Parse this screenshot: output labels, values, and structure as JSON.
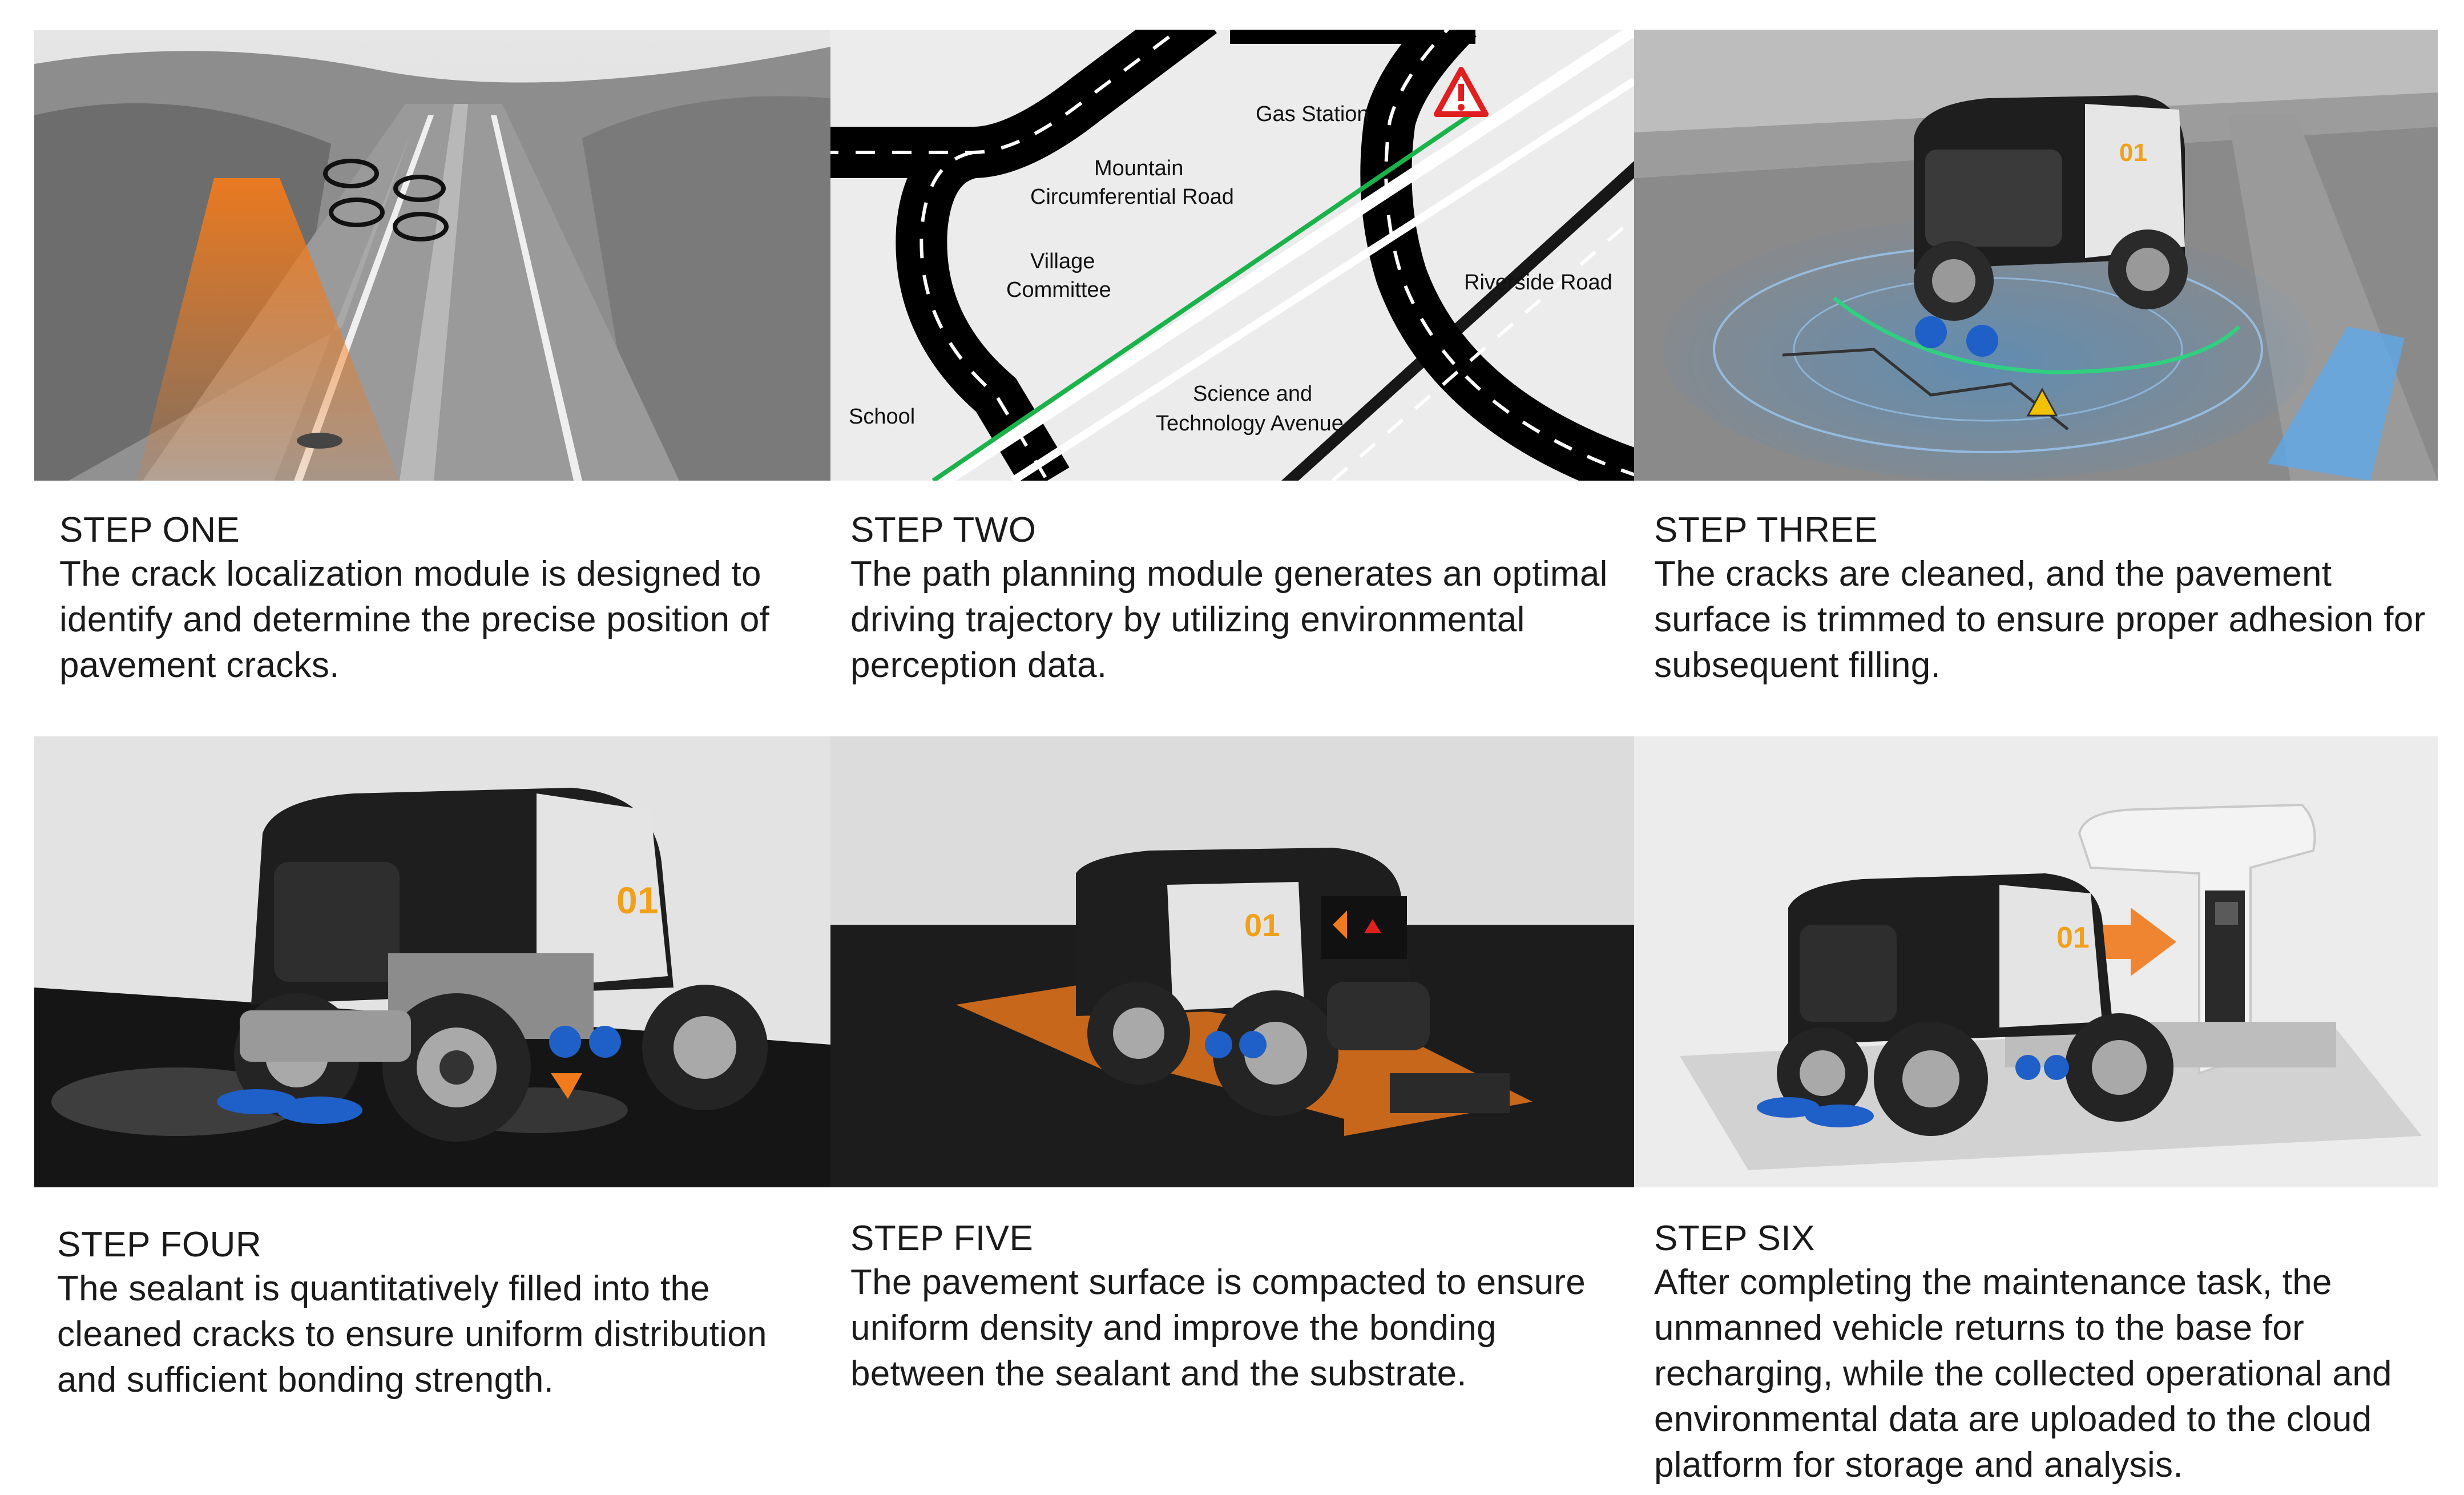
{
  "steps": [
    {
      "title": "STEP ONE",
      "body": "The crack localization module is designed to identify and determine the precise position of pavement cracks."
    },
    {
      "title": "STEP TWO",
      "body": "The path planning module generates an optimal driving trajectory by utilizing environmental perception data.",
      "map_labels": {
        "gas_station": "Gas Station",
        "mountain_line1": "Mountain",
        "mountain_line2": "Circumferential Road",
        "village_line1": "Village",
        "village_line2": "Committee",
        "riverside": "Riverside Road",
        "school": "School",
        "science_line1": "Science and",
        "science_line2": "Technology Avenue"
      }
    },
    {
      "title": "STEP THREE",
      "body": "The cracks are cleaned, and the pavement surface is trimmed to ensure proper adhesion for subsequent filling."
    },
    {
      "title": "STEP FOUR",
      "body": "The sealant is quantitatively filled into the cleaned cracks to ensure uniform distribution and sufficient bonding strength."
    },
    {
      "title": "STEP FIVE",
      "body": "The pavement surface is compacted to ensure uniform density and improve the bonding between the sealant and the substrate."
    },
    {
      "title": "STEP SIX",
      "body": "After completing the maintenance task, the unmanned vehicle returns to the base for recharging, while the collected operational and environmental data are uploaded to the cloud platform for storage and analysis."
    }
  ],
  "vehicle_marking": "01",
  "colors": {
    "accent_orange": "#f07a1c",
    "path_green": "#19b34a",
    "scan_blue": "#2f8fe0",
    "alert_red": "#e02020"
  }
}
